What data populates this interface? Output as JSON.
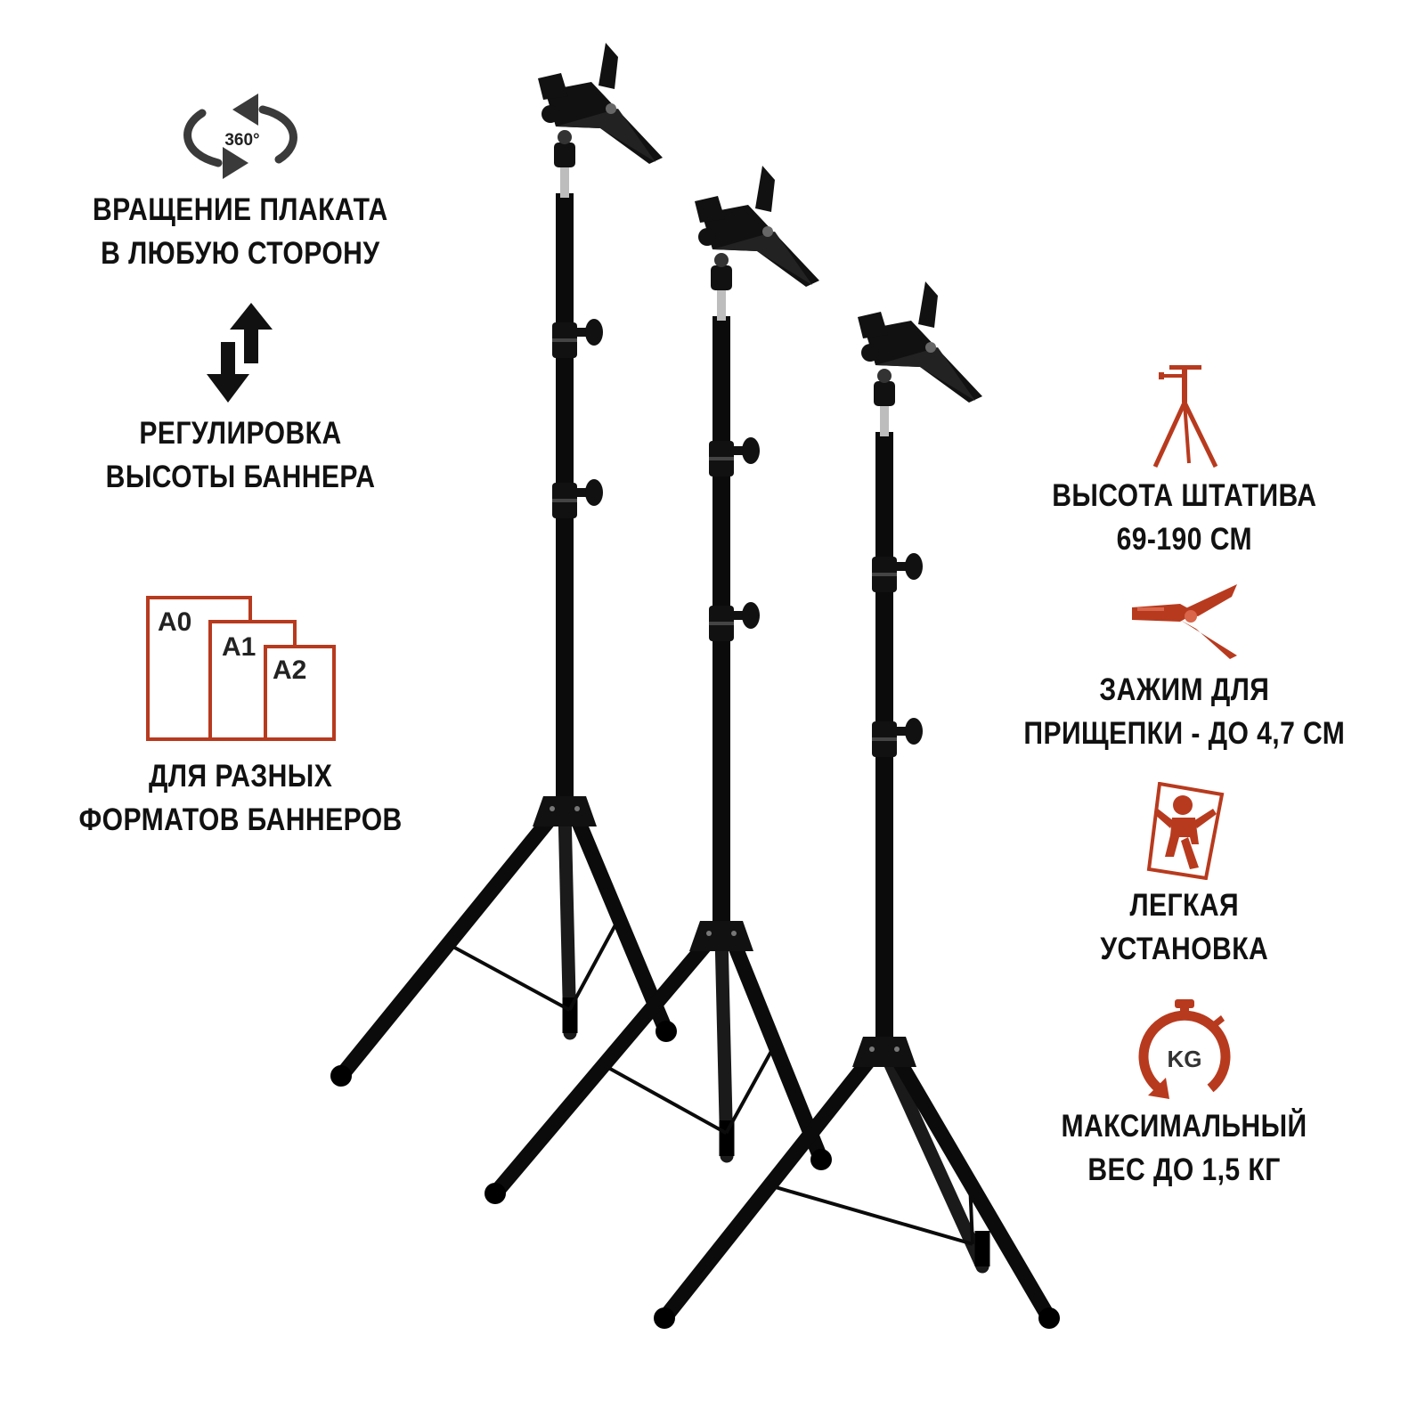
{
  "features_left": [
    {
      "icon": "rotate-360-icon",
      "icon_text": "360°",
      "lines": [
        "ВРАЩЕНИЕ ПЛАКАТА",
        "В ЛЮБУЮ СТОРОНУ"
      ]
    },
    {
      "icon": "height-adjust-arrows-icon",
      "lines": [
        "РЕГУЛИРОВКА",
        "ВЫСОТЫ БАННЕРА"
      ]
    },
    {
      "icon": "paper-formats-icon",
      "formats": [
        "A0",
        "A1",
        "A2"
      ],
      "lines": [
        "ДЛЯ РАЗНЫХ",
        "ФОРМАТОВ БАННЕРОВ"
      ]
    }
  ],
  "features_right": [
    {
      "icon": "tripod-icon",
      "lines": [
        "ВЫСОТА ШТАТИВА",
        "69-190 СМ"
      ]
    },
    {
      "icon": "clamp-icon",
      "lines": [
        "ЗАЖИМ ДЛЯ",
        "ПРИЩЕПКИ - ДО 4,7 СМ"
      ]
    },
    {
      "icon": "person-carrying-panel-icon",
      "lines": [
        "ЛЕГКАЯ",
        "УСТАНОВКА"
      ]
    },
    {
      "icon": "weight-kg-icon",
      "icon_text": "KG",
      "lines": [
        "МАКСИМАЛЬНЫЙ",
        "ВЕС ДО 1,5 КГ"
      ]
    }
  ],
  "colors": {
    "accent": "#b83a1e",
    "text": "#111111",
    "stand": "#0b0b0b"
  }
}
